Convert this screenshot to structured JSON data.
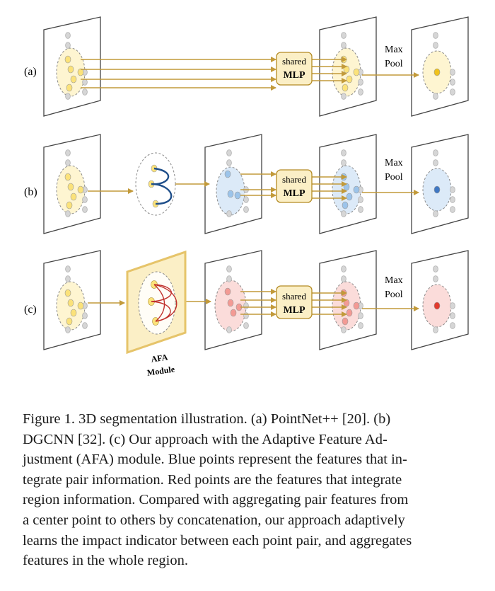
{
  "figure": {
    "row_labels": [
      "(a)",
      "(b)",
      "(c)"
    ],
    "mlp": {
      "line1": "shared",
      "line2": "MLP"
    },
    "maxpool": {
      "line1": "Max",
      "line2": "Pool"
    },
    "afa": {
      "line1": "AFA",
      "line2": "Module"
    },
    "colors": {
      "yellow": "#fbe27a",
      "blue": "#9cc4ea",
      "red": "#f39a94",
      "arrow": "#c29a3a",
      "mlp_fill": "#fbefc6",
      "gray_point": "#d6d6d6",
      "dark_blue_curve": "#1f4f8a",
      "dark_red_curve": "#c0302c",
      "pooled_a": "#f0c21c",
      "pooled_b": "#3f78c4",
      "pooled_c": "#e23b2e"
    }
  },
  "caption": {
    "lines": [
      "Figure 1. 3D segmentation illustration. (a) PointNet++ [20]. (b)",
      "DGCNN [32]. (c) Our approach with the Adaptive Feature Ad-",
      "justment (AFA) module. Blue points represent the features that in-",
      "tegrate pair information. Red points are the features that integrate",
      "region information. Compared with aggregating pair features from",
      "a center point to others by concatenation, our approach adaptively",
      "learns the impact indicator between each point pair, and aggregates",
      "features in the whole region."
    ]
  }
}
